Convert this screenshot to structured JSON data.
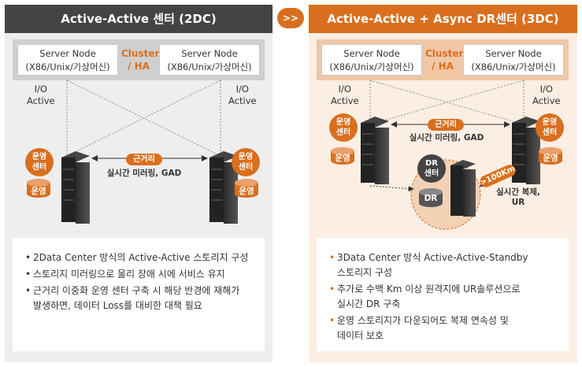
{
  "left": {
    "title": "Active-Active 센터 (2DC)",
    "node_left": [
      "Server Node",
      "(X86/Unix/가상머신)"
    ],
    "cluster": [
      "Cluster",
      "/ HA"
    ],
    "node_right": [
      "Server Node",
      "(X86/Unix/가상머신)"
    ],
    "io": [
      "I/O",
      "Active"
    ],
    "center_badge": [
      "운영",
      "센터"
    ],
    "storage_label": "운영",
    "link_pill": "근거리",
    "link_label": "실시간 미러링, GAD",
    "bullets": [
      "2Data Center 방식의 Active-Active 스토리지 구성",
      "스토리지 미러링으로 물리 장애 시에 서비스 유지",
      "근거리 이중화 운영 센터 구축 시 해당 반경에 재해가",
      "발생하면, 데이터 Loss를 대비한 대책 필요"
    ]
  },
  "arrow_label": ">>",
  "right": {
    "title": "Active-Active + Async DR센터 (3DC)",
    "node_left": [
      "Server Node",
      "(X86/Unix/가상머신)"
    ],
    "cluster": [
      "Cluster",
      "/ HA"
    ],
    "node_right": [
      "Server Node",
      "(X86/Unix/가상머신)"
    ],
    "io": [
      "I/O",
      "Active"
    ],
    "center_badge": [
      "운영",
      "센터"
    ],
    "storage_label": "운영",
    "link_pill": "근거리",
    "link_label": "실시간 미러링, GAD",
    "dr_badge": [
      "DR",
      "센터"
    ],
    "dr_storage": "DR",
    "distance": ">100Km",
    "async_label": [
      "실시간 복제,",
      "UR"
    ],
    "bullets": [
      "3Data Center 방식 Active-Active-Standby",
      "스토리지 구성",
      "추가로 수백 Km 이상 원격지에 UR솔루션으로",
      "실시간 DR 구축",
      "운영 스토리지가 다운되어도 복제 연속성 및",
      "데이터 보호"
    ]
  },
  "colors": {
    "accent": "#d96f1e",
    "dark": "#444444",
    "panel_left": "#eeeeee",
    "panel_right": "#fbeee3"
  }
}
